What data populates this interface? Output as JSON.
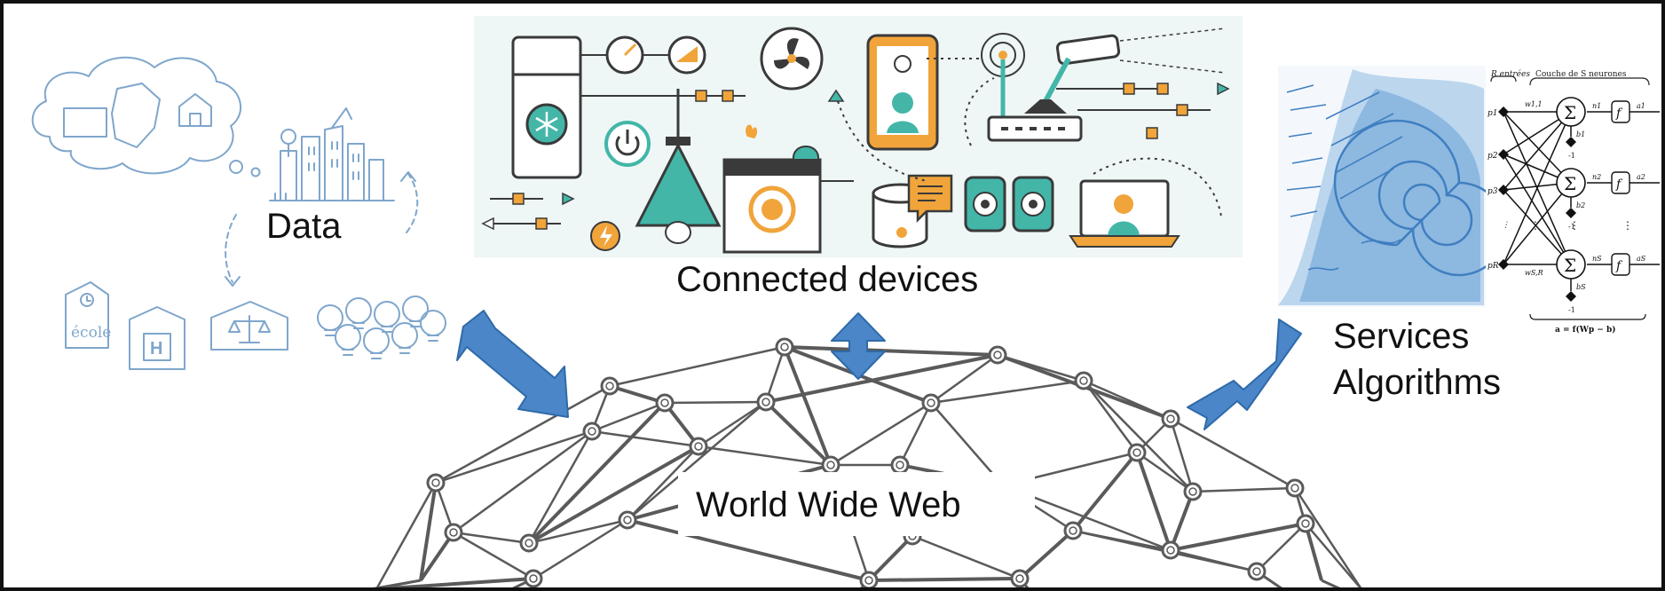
{
  "labels": {
    "data": "Data",
    "connected_devices": "Connected devices",
    "services": "Services",
    "algorithms": "Algorithms",
    "world_wide_web": "World Wide Web"
  },
  "sketch_texts": {
    "school": "école",
    "hospital": "H"
  },
  "neural_net": {
    "inputs_header": "R entrées",
    "layer_header": "Couche de S neurones",
    "inputs": [
      "p1",
      "p2",
      "p3",
      "⋮",
      "pR"
    ],
    "sum_symbol": "Σ",
    "activation": "f",
    "weights_top": "w1,1",
    "weights_bottom": "wS,R",
    "biases": [
      "b1",
      "b2",
      "bS"
    ],
    "bias_constant": "-1",
    "net_inputs": [
      "n1",
      "n2",
      "nS"
    ],
    "outputs": [
      "a1",
      "a2",
      "aS"
    ],
    "formula": "a = f(Wp − b)"
  },
  "colors": {
    "arrow_fill": "#4a86c8",
    "arrow_stroke": "#2f6aa8",
    "sketch": "#7fa6cc",
    "device_teal": "#43b6a8",
    "device_orange": "#f0a43a",
    "device_outline": "#3a3a3a",
    "devices_bg": "#eef7f6",
    "mesh_line": "#5a5a5a",
    "node_fill": "#ffffff",
    "math_blue": "#3f7fc0"
  }
}
